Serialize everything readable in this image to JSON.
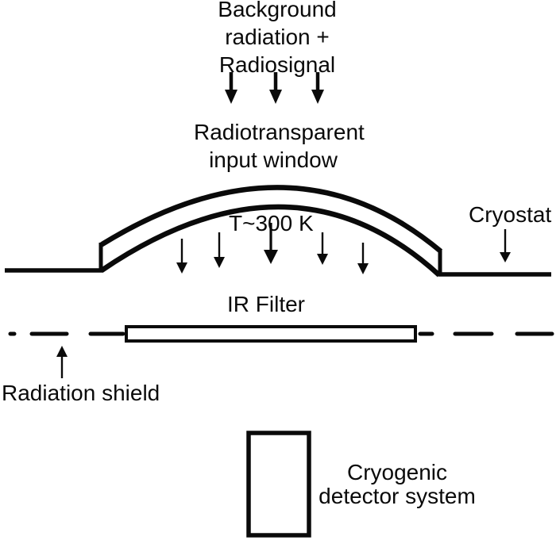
{
  "labels": {
    "incoming": "Background\nradiation +\nRadiosignal",
    "window": "Radiotransparent\ninput window",
    "temperature": "T~300 K",
    "cryostat": "Cryostat",
    "ir_filter": "IR Filter",
    "radiation_shield": "Radiation shield",
    "detector": "Cryogenic\ndetector system"
  },
  "colors": {
    "ink": "#0a0a0a",
    "background": "#ffffff"
  }
}
